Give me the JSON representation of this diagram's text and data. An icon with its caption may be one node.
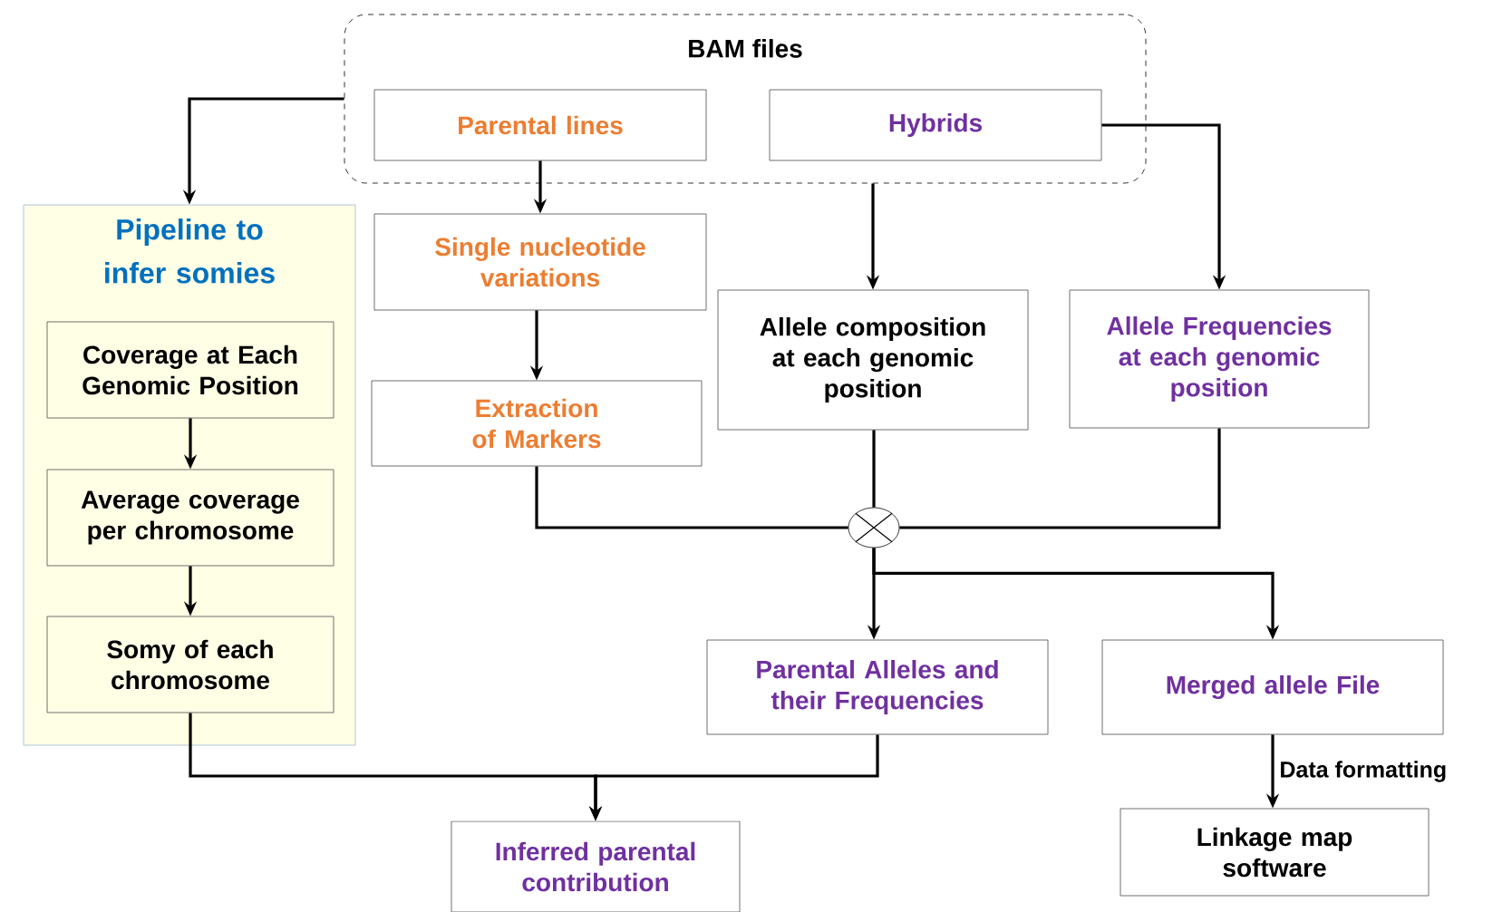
{
  "diagram": {
    "nodes": [
      {
        "text": [
          "BAM files"
        ]
      },
      {
        "text": [
          "Parental lines"
        ],
        "in": 0
      },
      {
        "text": [
          "Hybrids"
        ],
        "in": 0
      },
      {
        "text": [
          "Pipeline to infer somies"
        ]
      },
      {
        "text": [
          "Coverage at Each Genomic Position"
        ],
        "in": 3
      },
      {
        "text": [
          "Average coverage per chromosome"
        ],
        "in": 3
      },
      {
        "text": [
          "Somy of each chromosome"
        ],
        "in": 3
      },
      {
        "text": [
          "Single nucleotide variations"
        ]
      },
      {
        "text": [
          "Extraction of Markers"
        ]
      },
      {
        "text": [
          "Allele composition at each genomic position"
        ]
      },
      {
        "text": [
          "Allele Frequencies at each genomic position"
        ]
      },
      {
        "text": [],
        "shape": "circle"
      },
      {
        "text": [
          "Parental Alleles and their Frequencies"
        ]
      },
      {
        "text": [
          "Merged allele File"
        ]
      },
      {
        "text": [
          "Inferred parental contribution"
        ]
      },
      {
        "text": [
          "Linkage map software"
        ]
      }
    ],
    "edges": [
      {
        "from": 0,
        "to": 3,
        "arrow": "to"
      },
      {
        "from": 4,
        "to": 5,
        "arrow": "to"
      },
      {
        "from": 5,
        "to": 6,
        "arrow": "to"
      },
      {
        "from": 1,
        "to": 7,
        "arrow": "to"
      },
      {
        "from": 7,
        "to": 8,
        "arrow": "to"
      },
      {
        "from": 2,
        "to": 9,
        "arrow": "to"
      },
      {
        "from": 2,
        "to": 10,
        "arrow": "to"
      },
      {
        "from": 8,
        "to": 11,
        "arrow": "none"
      },
      {
        "from": 9,
        "to": 11,
        "arrow": "none"
      },
      {
        "from": 10,
        "to": 11,
        "arrow": "none"
      },
      {
        "from": 11,
        "to": 12,
        "arrow": "to"
      },
      {
        "from": 11,
        "to": 13,
        "arrow": "to"
      },
      {
        "from": 6,
        "to": 14,
        "arrow": "to"
      },
      {
        "from": 12,
        "to": 14,
        "arrow": "to"
      },
      {
        "from": 13,
        "to": 15,
        "arrow": "to",
        "label": "Data formatting"
      }
    ]
  }
}
